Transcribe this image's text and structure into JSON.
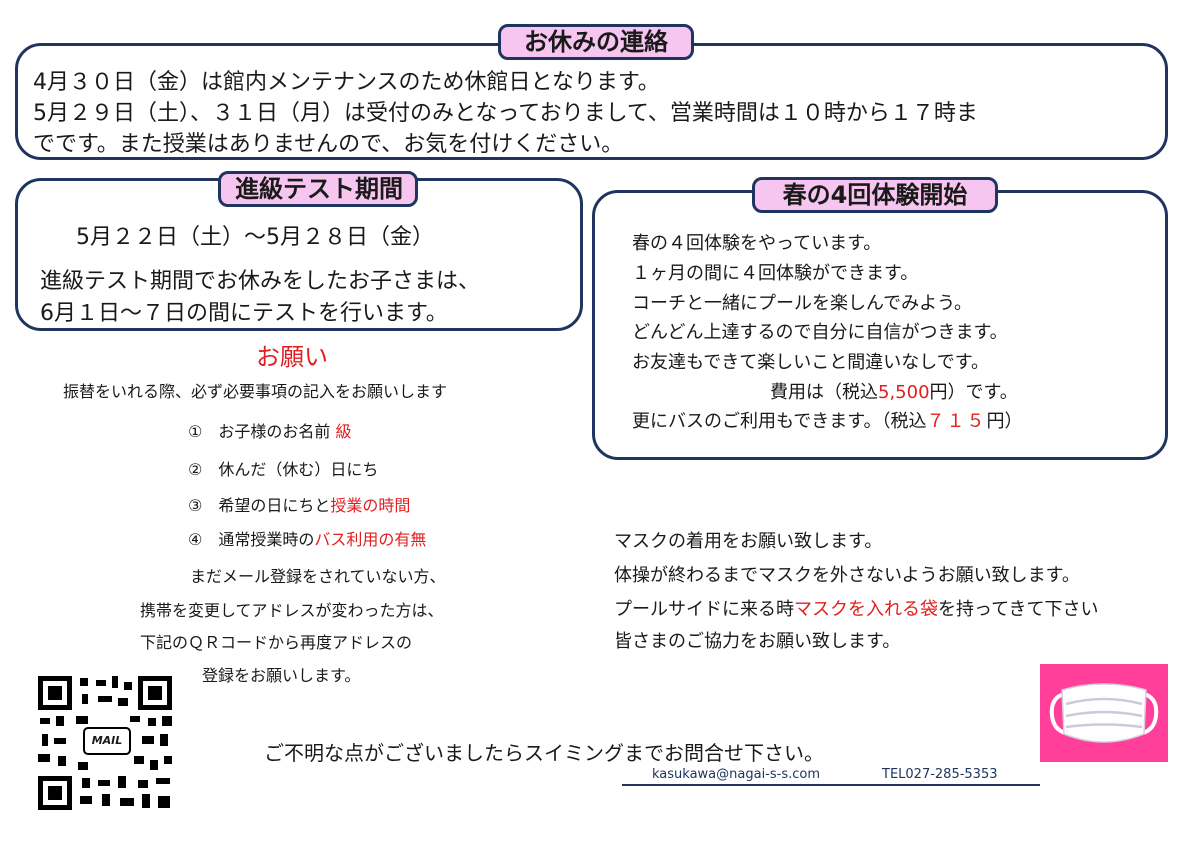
{
  "notice": {
    "title": "お休みの連絡",
    "line1": "4月３０日（金）は館内メンテナンスのため休館日となります。",
    "line2": "5月２９日（土）、３１日（月）は受付のみとなっておりまして、営業時間は１０時から１７時ま",
    "line3": "でです。また授業はありませんので、お気を付けください。"
  },
  "test": {
    "title": "進級テスト期間",
    "dates": "5月２２日（土）～5月２８日（金）",
    "line1": "進級テスト期間でお休みをしたお子さまは、",
    "line2": "6月１日～７日の間にテストを行います。"
  },
  "trial": {
    "title": "春の4回体験開始",
    "line1": "春の４回体験をやっています。",
    "line2": "１ヶ月の間に４回体験ができます。",
    "line3": "コーチと一緒にプールを楽しんでみよう。",
    "line4": "どんどん上達するので自分に自信がつきます。",
    "line5": "お友達もできて楽しいこと間違いなしです。",
    "fee_pre": "費用は（税込",
    "fee_value": "5,500",
    "fee_post": "円）です。",
    "bus_pre": "更にバスのご利用もできます。（税込",
    "bus_value": "７１５",
    "bus_post": "円）"
  },
  "request": {
    "title": "お願い",
    "intro": "振替をいれる際、必ず必要事項の記入をお願いします",
    "item1_pre": "①　お子様のお名前 ",
    "item1_red": "級",
    "item2": "②　休んだ（休む）日にち",
    "item3_pre": "③　希望の日にちと",
    "item3_red": "授業の時間",
    "item4_pre": "④　通常授業時の",
    "item4_red": "バス利用の有無",
    "mail1": "まだメール登録をされていない方、",
    "mail2": "携帯を変更してアドレスが変わった方は、",
    "mail3": "下記のＱＲコードから再度アドレスの",
    "mail4": "登録をお願いします。"
  },
  "mask": {
    "line1": "マスクの着用をお願い致します。",
    "line2": "体操が終わるまでマスクを外さないようお願い致します。",
    "line3_pre": "プールサイドに来る時",
    "line3_red": "マスクを入れる袋",
    "line3_post": "を持ってきて下さい",
    "line4": "皆さまのご協力をお願い致します。"
  },
  "qr": {
    "label": "MAIL"
  },
  "footer": {
    "contact": "ご不明な点がございましたらスイミングまでお問合せ下さい。",
    "email": "kasukawa@nagai-s-s.com",
    "tel": "TEL027-285-5353"
  },
  "colors": {
    "border": "#1f3560",
    "tag": "#f6c6f0",
    "accent": "#e02020",
    "mask_bg": "#ff3f9a"
  }
}
